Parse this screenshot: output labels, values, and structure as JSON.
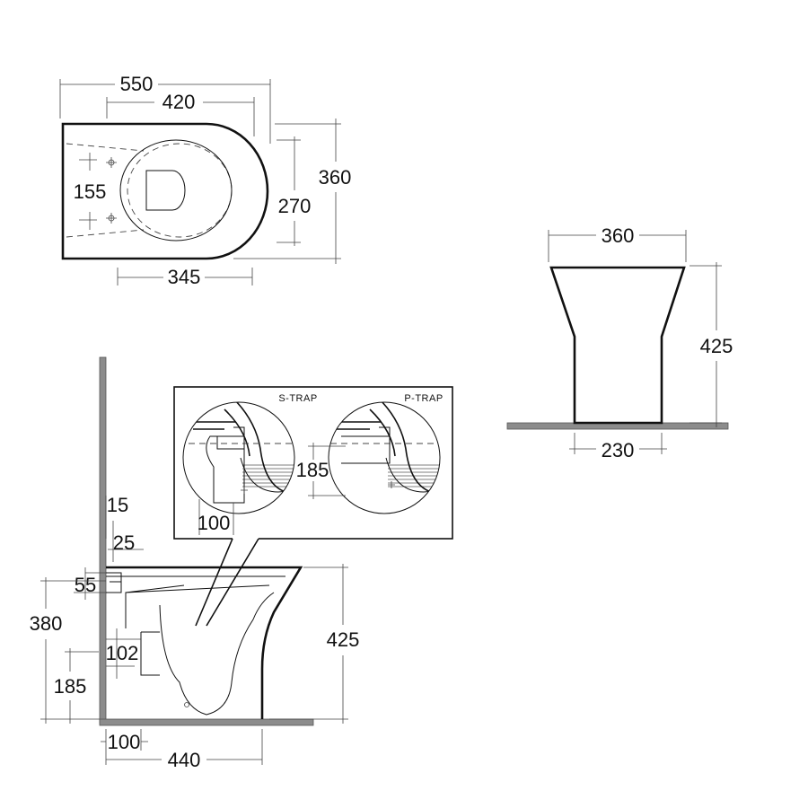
{
  "top_view": {
    "dims": {
      "overall_length": "550",
      "bowl_length": "420",
      "overall_width": "360",
      "bowl_width": "270",
      "fixing_centres": "155",
      "fixing_depth": "345"
    }
  },
  "front_view": {
    "dims": {
      "top_width": "360",
      "height": "425",
      "base_width": "230"
    }
  },
  "side_view": {
    "dims": {
      "d15": "15",
      "d25": "25",
      "d55": "55",
      "d380": "380",
      "d102": "102",
      "d185": "185",
      "d425": "425",
      "d100": "100",
      "d440": "440"
    }
  },
  "inset": {
    "s_trap_label": "S-TRAP",
    "p_trap_label": "P-TRAP",
    "s_trap_dim": "100",
    "p_trap_dim": "185"
  }
}
